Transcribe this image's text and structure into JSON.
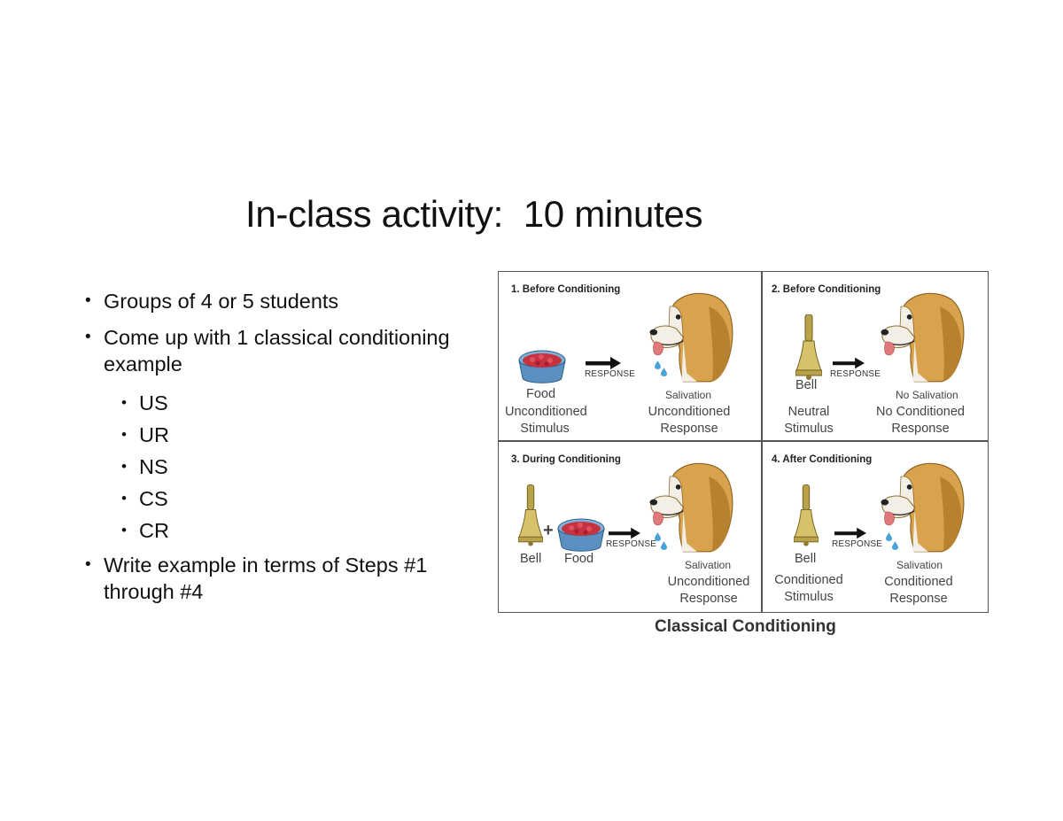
{
  "slide": {
    "title": "In-class activity:  10 minutes",
    "bullets": [
      "Groups of 4 or 5 students",
      "Come up with 1 classical conditioning example",
      "Write example in terms of Steps #1 through #4"
    ],
    "sub_bullets": [
      "US",
      "UR",
      "NS",
      "CS",
      "CR"
    ]
  },
  "figure": {
    "caption": "Classical Conditioning",
    "response_label": "RESPONSE",
    "panels": [
      {
        "title": "1. Before Conditioning",
        "stimulus_name": "Food",
        "stimulus_type": "Unconditioned Stimulus",
        "result": "Salivation",
        "response_type": "Unconditioned Response"
      },
      {
        "title": "2. Before Conditioning",
        "stimulus_name": "Bell",
        "stimulus_type": "Neutral Stimulus",
        "result": "No Salivation",
        "response_type": "No Conditioned Response"
      },
      {
        "title": "3. During Conditioning",
        "stimulus_name": "Bell",
        "stimulus_name_2": "Food",
        "result": "Salivation",
        "response_type": "Unconditioned Response"
      },
      {
        "title": "4. After Conditioning",
        "stimulus_name": "Bell",
        "stimulus_type": "Conditioned Stimulus",
        "result": "Salivation",
        "response_type": "Conditioned Response"
      }
    ]
  },
  "colors": {
    "dog_fur": "#d9a24c",
    "dog_white": "#f3efe6",
    "bell_gold": "#b9a24a",
    "food_red": "#c8323e",
    "bowl_blue": "#5a8fc0",
    "drop_blue": "#4aa3d8",
    "tongue_pink": "#e07a7a"
  },
  "icons": [
    "dog-head-icon",
    "food-bowl-icon",
    "bell-icon",
    "arrow-right-icon",
    "saliva-drop-icon"
  ]
}
